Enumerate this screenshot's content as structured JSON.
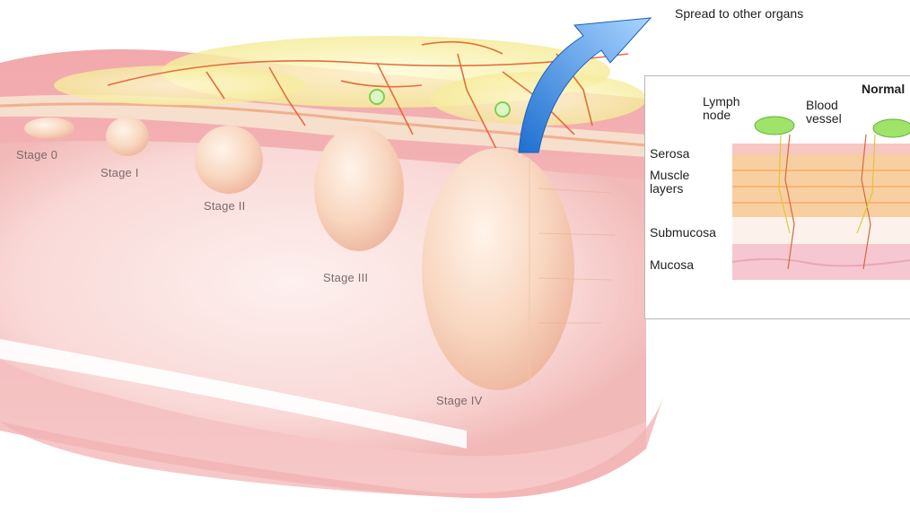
{
  "diagram": {
    "spread_label": "Spread to other organs",
    "stages": [
      {
        "label": "Stage 0"
      },
      {
        "label": "Stage I"
      },
      {
        "label": "Stage II"
      },
      {
        "label": "Stage III"
      },
      {
        "label": "Stage IV"
      }
    ],
    "inset": {
      "title": "Normal",
      "lymph_node_label": "Lymph node",
      "blood_vessel_label": "Blood vessel",
      "layers": [
        "Serosa",
        "Muscle layers",
        "Submucosa",
        "Mucosa"
      ]
    },
    "colors": {
      "colon_wall": "#f5c4c4",
      "lumen": "#fbe1df",
      "fat": "#f7f0a8",
      "tumor": "#f8d4bd",
      "vessel": "#e0612f",
      "arrow": "#2b7bd6",
      "node": "#7fd14a"
    }
  }
}
